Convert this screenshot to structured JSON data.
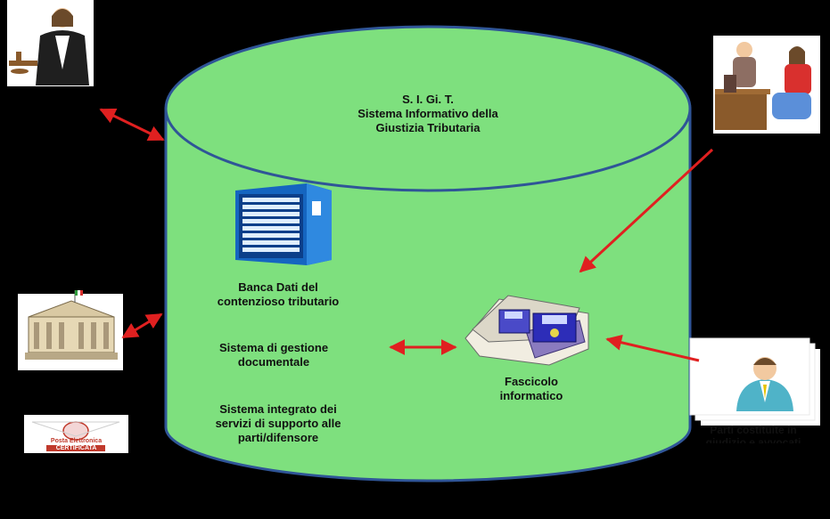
{
  "cylinder": {
    "title_line1": "S. I. Gi. T.",
    "title_line2": "Sistema Informativo della",
    "title_line3": "Giustizia Tributaria"
  },
  "db": {
    "line1": "Banca Dati del",
    "line2": "contenzioso tributario"
  },
  "docs": {
    "line1": "Sistema di gestione",
    "line2": "documentale"
  },
  "services": {
    "line1": "Sistema integrato dei",
    "line2": "servizi di supporto alle",
    "line3": "parti/difensore"
  },
  "fascicolo": {
    "line1": "Fascicolo",
    "line2": "informatico"
  },
  "parti": {
    "line1": "Parti costituite in",
    "line2": "giudizio e avvocati"
  },
  "pec": {
    "line1": "Posta Elettronica",
    "line2": "CERTIFICATA"
  },
  "colors": {
    "background": "#000000",
    "cylinder_fill": "#7EE07E",
    "cylinder_stroke": "#2F5597",
    "arrow": "#E02020"
  }
}
